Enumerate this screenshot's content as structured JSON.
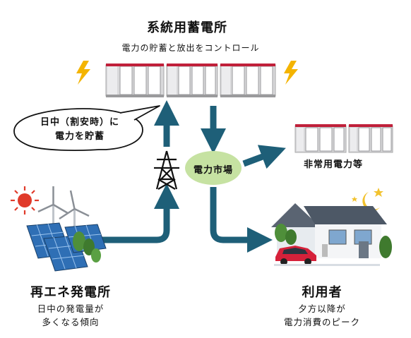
{
  "storage": {
    "title": "系統用蓄電所",
    "subtitle": "電力の貯蓄と放出をコントロール"
  },
  "bubble": {
    "line1": "日中（割安時）に",
    "line2": "電力を貯蓄"
  },
  "market": {
    "label": "電力市場"
  },
  "emergency": {
    "label": "非常用電力等"
  },
  "renewable": {
    "title": "再エネ発電所",
    "desc1": "日中の発電量が",
    "desc2": "多くなる傾向"
  },
  "users": {
    "title": "利用者",
    "desc1": "夕方以降が",
    "desc2": "電力消費のピーク"
  },
  "colors": {
    "arrow": "#1e5f78",
    "market_bubble": "#c6e2a2",
    "battery_frame": "#c8c8ca",
    "battery_red": "#c0203a",
    "lightning": "#f4b400",
    "sun": "#e03a2a",
    "moon": "#f2c22e",
    "car": "#d6213a",
    "house_roof": "#5a6472"
  },
  "icons": [
    "lightning-icon",
    "battery-storage-icon",
    "transmission-tower-icon",
    "sun-icon",
    "wind-turbine-icon",
    "solar-panel-icon",
    "house-icon",
    "car-icon",
    "moon-icon",
    "star-icon"
  ]
}
